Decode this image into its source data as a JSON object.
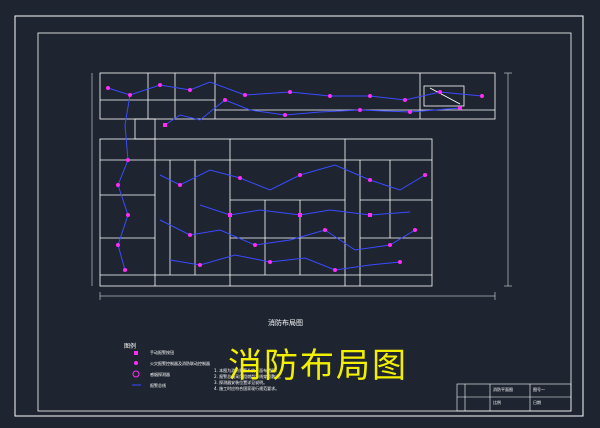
{
  "title": "消防布局图",
  "plan_caption": "消防布局图",
  "legend": {
    "heading": "图例",
    "items": [
      {
        "symbol": "square-magenta",
        "label": "手动报警按钮"
      },
      {
        "symbol": "dot-magenta",
        "label": "火灾报警控制器及消防联动控制器"
      },
      {
        "symbol": "ring-magenta",
        "label": "感烟探测器"
      },
      {
        "symbol": "line-blue",
        "label": "报警总线"
      }
    ]
  },
  "notes": [
    "1. 本图为消防报警系统平面布置图。",
    "2. 报警总线采用阻燃型导线穿管敷设。",
    "3. 探测器安装位置详见说明。",
    "4. 施工时应符合国家现行规范要求。"
  ],
  "title_block": {
    "drawing_name": "消防平面图",
    "sheet": "图号一",
    "scale": "比例",
    "date": "日期"
  },
  "colors": {
    "background": "#1e2430",
    "wall": "#ffffff",
    "bus_line": "#3a4cff",
    "device": "#ff2df5",
    "title": "#f2f000"
  }
}
